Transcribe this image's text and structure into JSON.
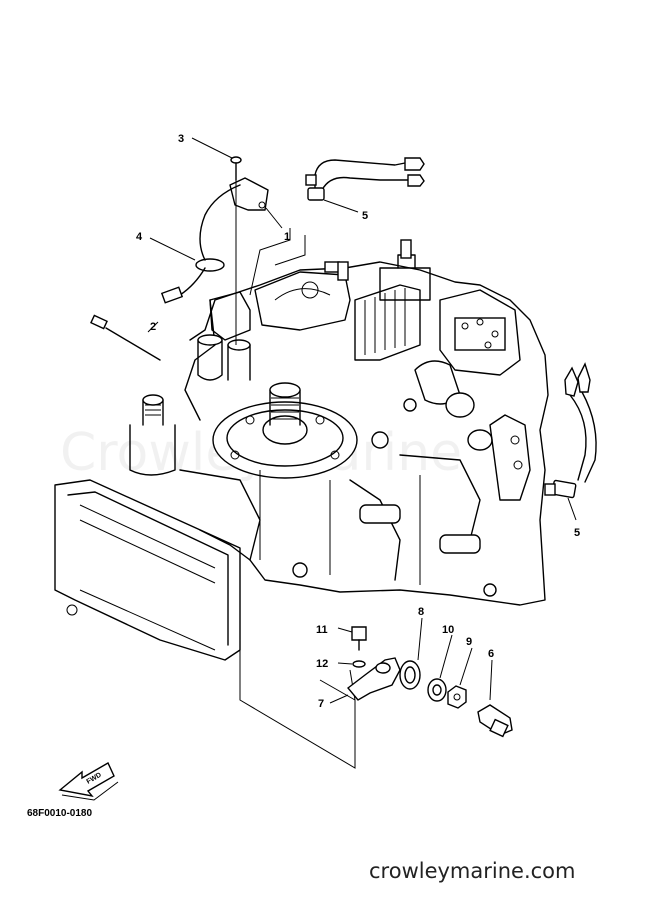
{
  "watermark": "Crowley Marine",
  "callouts": [
    "1",
    "2",
    "3",
    "4",
    "5",
    "5",
    "6",
    "7",
    "8",
    "9",
    "10",
    "11",
    "12"
  ],
  "fwd_label": "FWD",
  "diagram_code": "68F0010-0180",
  "site": "crowleymarine.com",
  "colors": {
    "line": "#000000",
    "background": "#ffffff"
  }
}
